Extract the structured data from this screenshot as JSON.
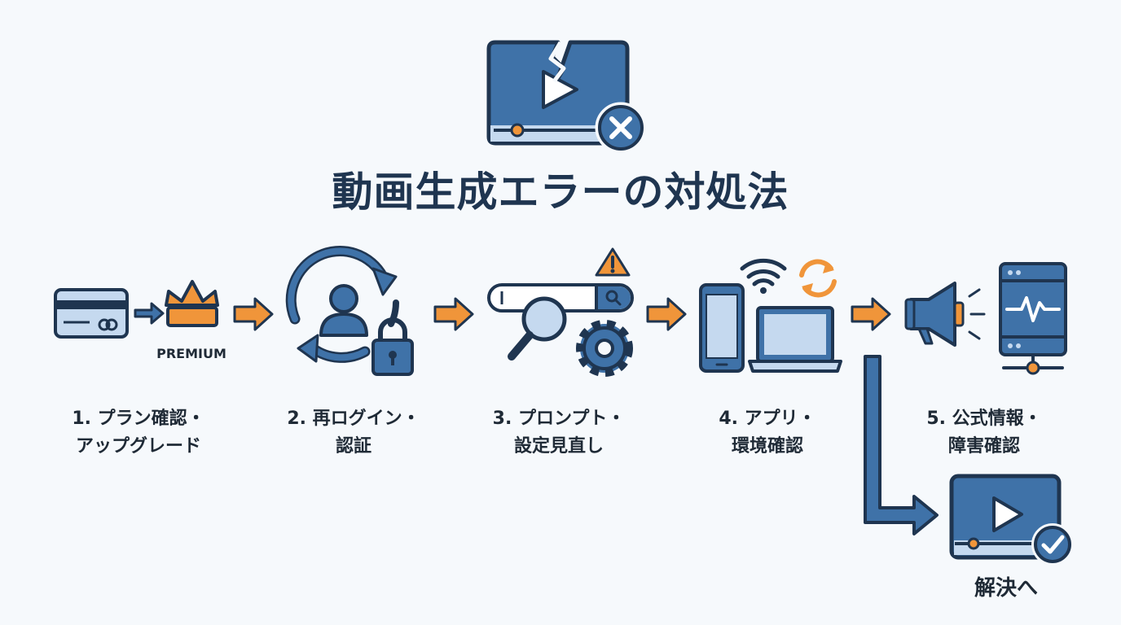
{
  "title": "動画生成エラーの対処法",
  "colors": {
    "navy": "#1f3550",
    "blue": "#3f72a8",
    "light_blue": "#c5d9ef",
    "orange": "#f0953a"
  },
  "steps": [
    {
      "line1": "1. プラン確認・",
      "line2": "アップグレード",
      "icons": [
        "credit-card-icon",
        "crown-icon"
      ],
      "badge": "PREMIUM"
    },
    {
      "line1": "2. 再ログイン・",
      "line2": "認証",
      "icons": [
        "user-icon",
        "refresh-arrows-icon",
        "lock-icon"
      ]
    },
    {
      "line1": "3. プロンプト・",
      "line2": "設定見直し",
      "icons": [
        "search-bar-icon",
        "magnifier-icon",
        "gear-icon",
        "warning-icon"
      ]
    },
    {
      "line1": "4. アプリ・",
      "line2": "環境確認",
      "icons": [
        "smartphone-icon",
        "laptop-icon",
        "wifi-icon",
        "sync-icon"
      ]
    },
    {
      "line1": "5. 公式情報・",
      "line2": "障害確認",
      "icons": [
        "megaphone-icon",
        "server-icon"
      ]
    }
  ],
  "result": {
    "label": "解決へ",
    "icon": "video-success-icon"
  },
  "header_icon": "broken-video-error-icon"
}
